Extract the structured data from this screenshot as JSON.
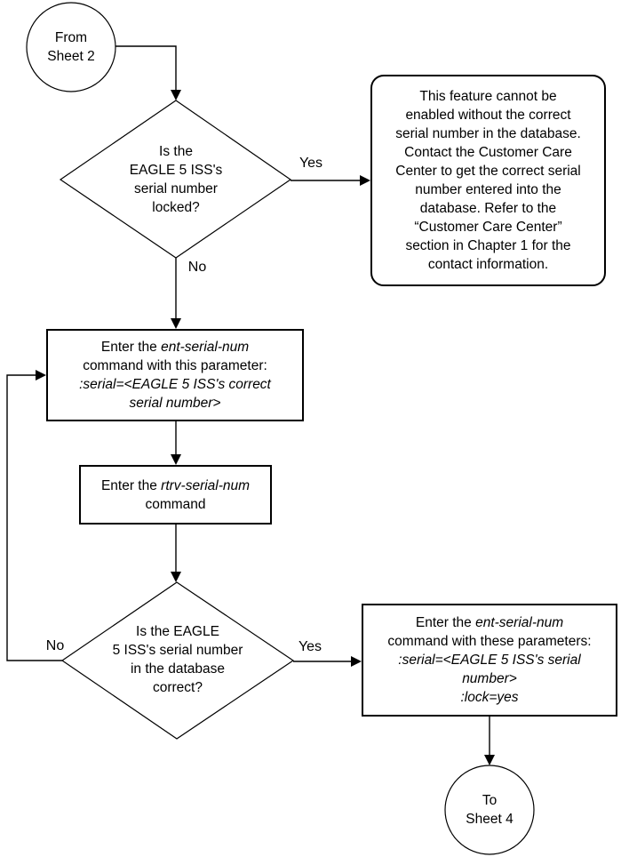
{
  "palette": {
    "background": "#ffffff",
    "line": "#000000",
    "text": "#000000"
  },
  "edge_labels": {
    "yes_locked": "Yes",
    "no_locked": "No",
    "no_correct": "No",
    "yes_correct": "Yes"
  },
  "nodes": {
    "start": {
      "shape": "circle",
      "lines": [
        [
          {
            "t": "From"
          }
        ],
        [
          {
            "t": "Sheet 2"
          }
        ]
      ]
    },
    "decision_locked": {
      "shape": "diamond",
      "lines": [
        [
          {
            "t": "Is the"
          }
        ],
        [
          {
            "t": "EAGLE 5 ISS's"
          }
        ],
        [
          {
            "t": "serial number"
          }
        ],
        [
          {
            "t": "locked?"
          }
        ]
      ]
    },
    "info_customer_care": {
      "shape": "rounded-rect",
      "lines": [
        [
          {
            "t": "This feature cannot be"
          }
        ],
        [
          {
            "t": "enabled without the correct"
          }
        ],
        [
          {
            "t": "serial number in the database."
          }
        ],
        [
          {
            "t": "Contact the Customer Care"
          }
        ],
        [
          {
            "t": "Center to get the correct serial"
          }
        ],
        [
          {
            "t": "number entered into the"
          }
        ],
        [
          {
            "t": "database. Refer to the"
          }
        ],
        [
          {
            "t": "“Customer Care Center”"
          }
        ],
        [
          {
            "t": "section in Chapter 1 for the"
          }
        ],
        [
          {
            "t": "contact information."
          }
        ]
      ]
    },
    "process_ent_serial": {
      "shape": "rect",
      "lines": [
        [
          {
            "t": "Enter the "
          },
          {
            "t": "ent-serial-num",
            "i": true
          }
        ],
        [
          {
            "t": "command with this parameter:"
          }
        ],
        [
          {
            "t": ":serial=<EAGLE 5 ISS's correct",
            "i": true
          }
        ],
        [
          {
            "t": "serial number>",
            "i": true
          }
        ]
      ]
    },
    "process_rtrv_serial": {
      "shape": "rect",
      "lines": [
        [
          {
            "t": "Enter the "
          },
          {
            "t": "rtrv-serial-num",
            "i": true
          }
        ],
        [
          {
            "t": "command"
          }
        ]
      ]
    },
    "decision_correct": {
      "shape": "diamond",
      "lines": [
        [
          {
            "t": "Is the EAGLE"
          }
        ],
        [
          {
            "t": "5 ISS's serial number"
          }
        ],
        [
          {
            "t": "in the database"
          }
        ],
        [
          {
            "t": "correct?"
          }
        ]
      ]
    },
    "process_lock": {
      "shape": "rect",
      "lines": [
        [
          {
            "t": "Enter the "
          },
          {
            "t": "ent-serial-num",
            "i": true
          }
        ],
        [
          {
            "t": "command with these parameters:"
          }
        ],
        [
          {
            "t": ":serial=<EAGLE 5 ISS's serial",
            "i": true
          }
        ],
        [
          {
            "t": "number>",
            "i": true
          }
        ],
        [
          {
            "t": ":lock=yes",
            "i": true
          }
        ]
      ]
    },
    "end": {
      "shape": "circle",
      "lines": [
        [
          {
            "t": "To"
          }
        ],
        [
          {
            "t": "Sheet 4"
          }
        ]
      ]
    }
  }
}
